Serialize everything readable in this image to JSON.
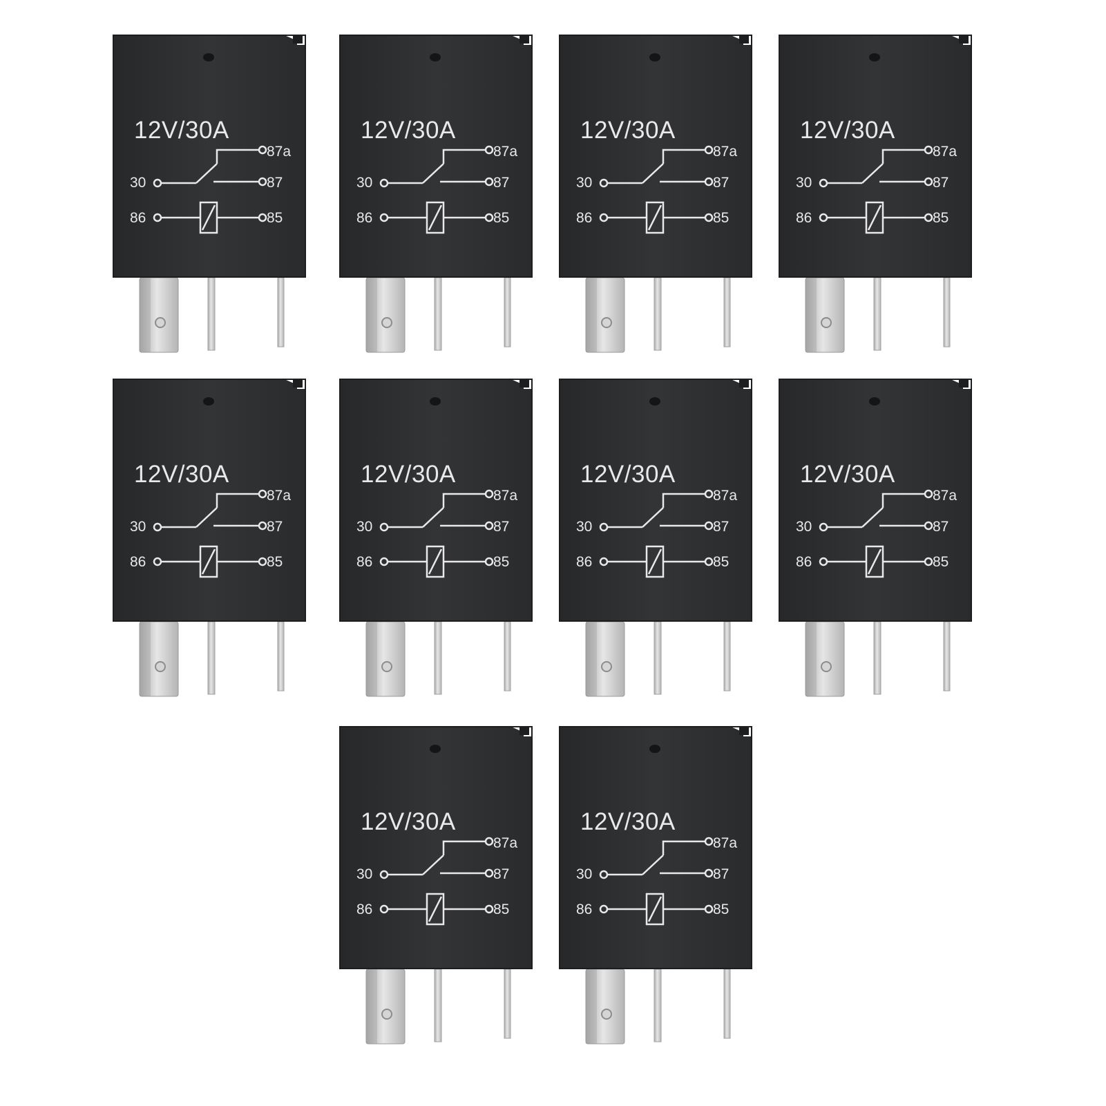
{
  "relays": [
    {
      "rating": "12V/30A",
      "pin_87a": "87a",
      "pin_87": "87",
      "pin_85": "85",
      "pin_30": "30",
      "pin_86": "86"
    },
    {
      "rating": "12V/30A",
      "pin_87a": "87a",
      "pin_87": "87",
      "pin_85": "85",
      "pin_30": "30",
      "pin_86": "86"
    },
    {
      "rating": "12V/30A",
      "pin_87a": "87a",
      "pin_87": "87",
      "pin_85": "85",
      "pin_30": "30",
      "pin_86": "86"
    },
    {
      "rating": "12V/30A",
      "pin_87a": "87a",
      "pin_87": "87",
      "pin_85": "85",
      "pin_30": "30",
      "pin_86": "86"
    },
    {
      "rating": "12V/30A",
      "pin_87a": "87a",
      "pin_87": "87",
      "pin_85": "85",
      "pin_30": "30",
      "pin_86": "86"
    },
    {
      "rating": "12V/30A",
      "pin_87a": "87a",
      "pin_87": "87",
      "pin_85": "85",
      "pin_30": "30",
      "pin_86": "86"
    },
    {
      "rating": "12V/30A",
      "pin_87a": "87a",
      "pin_87": "87",
      "pin_85": "85",
      "pin_30": "30",
      "pin_86": "86"
    },
    {
      "rating": "12V/30A",
      "pin_87a": "87a",
      "pin_87": "87",
      "pin_85": "85",
      "pin_30": "30",
      "pin_86": "86"
    },
    {
      "rating": "12V/30A",
      "pin_87a": "87a",
      "pin_87": "87",
      "pin_85": "85",
      "pin_30": "30",
      "pin_86": "86"
    },
    {
      "rating": "12V/30A",
      "pin_87a": "87a",
      "pin_87": "87",
      "pin_85": "85",
      "pin_30": "30",
      "pin_86": "86"
    }
  ],
  "colors": {
    "background": "#ffffff",
    "relay_body": "#2e2f31",
    "print": "#e9e9e9",
    "terminal": "#c9c9c9"
  }
}
